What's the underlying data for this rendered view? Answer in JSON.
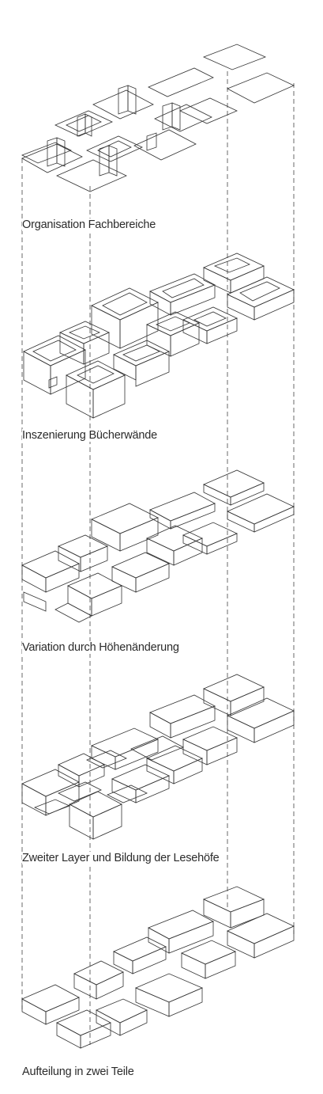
{
  "captions": [
    "Organisation Fachbereiche",
    "Inszenierung Bücherwände",
    "Variation durch Höhenänderung",
    "Zweiter Layer und Bildung der Lesehöfe",
    "Aufteilung in zwei Teile"
  ],
  "colors": {
    "red": "#9b0d10",
    "mauve": "#6f5359",
    "pink": "#b98a8e",
    "white": "#ffffff",
    "grey": "#e6e6e6",
    "line": "#333333"
  }
}
